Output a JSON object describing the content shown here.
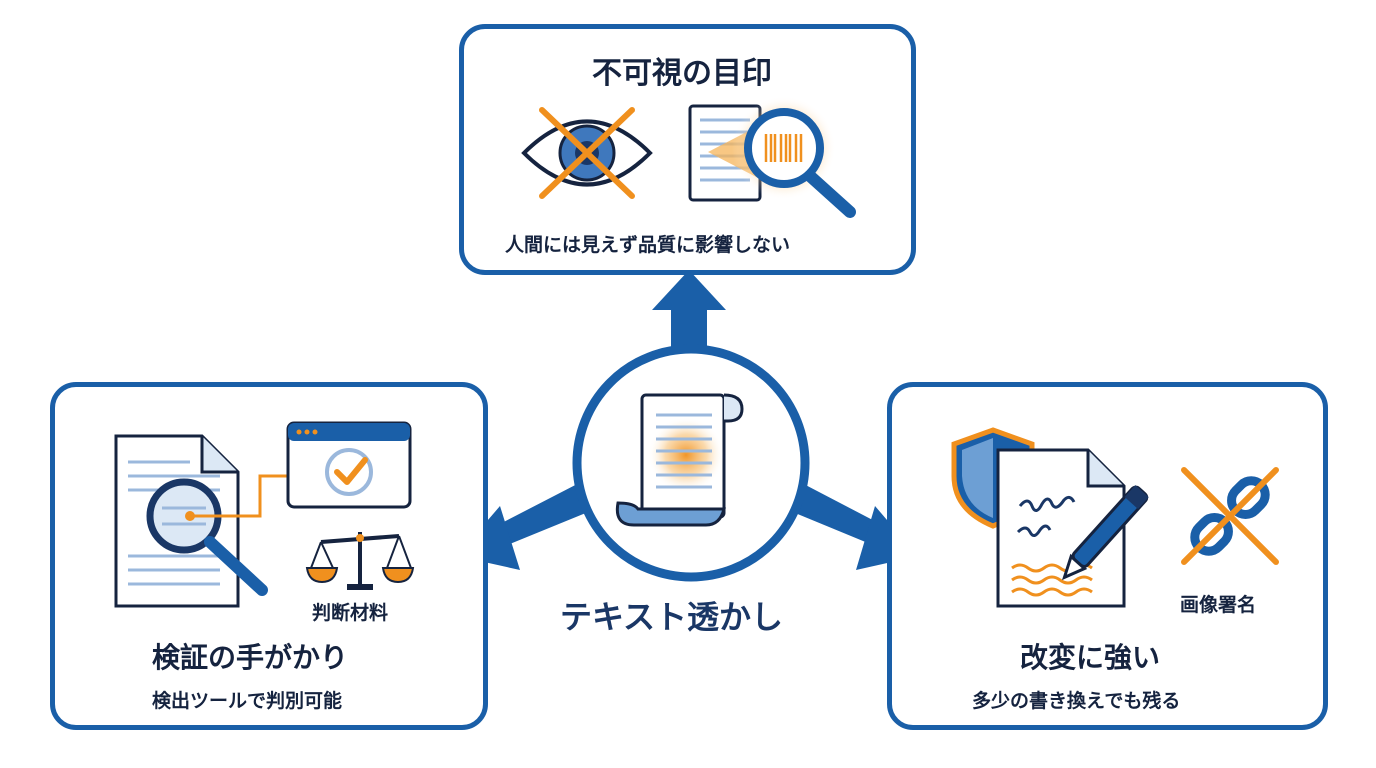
{
  "center": {
    "label": "テキスト透かし"
  },
  "top_panel": {
    "title": "不可視の目印",
    "subtitle": "人間には見えず品質に影響しない"
  },
  "left_panel": {
    "title": "検証の手がかり",
    "subtitle": "検出ツールで判別可能",
    "caption": "判断材料"
  },
  "right_panel": {
    "title": "改変に強い",
    "subtitle": "多少の書き換えでも残る",
    "caption": "画像署名"
  },
  "colors": {
    "blue": "#1a5fa8",
    "dark": "#15233f",
    "orange": "#f0901e",
    "light_blue": "#dce8f5"
  },
  "icons": [
    "eye-crossed-icon",
    "document-magnifier-barcode-icon",
    "scroll-document-icon",
    "document-magnifier-icon",
    "browser-check-icon",
    "scales-icon",
    "shield-icon",
    "signed-document-pen-icon",
    "broken-chain-icon"
  ]
}
